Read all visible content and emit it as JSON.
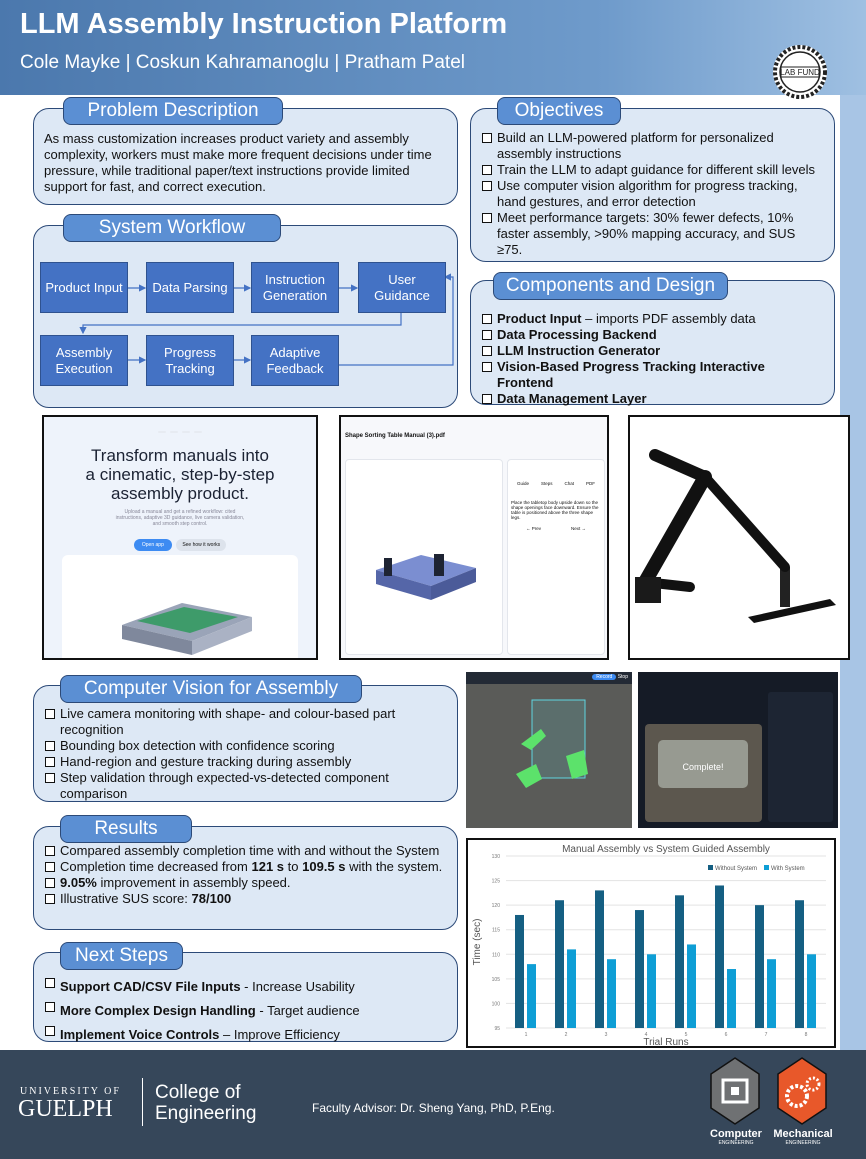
{
  "header": {
    "title": "LLM Assembly Instruction Platform",
    "authors": "Cole Mayke | Coskun Kahramanoglu | Pratham Patel",
    "logo_text": "LAB FUND"
  },
  "problem": {
    "title": "Problem Description",
    "text": "As mass customization increases product variety and assembly complexity, workers must make more frequent decisions under time pressure, while traditional paper/text instructions provide limited support for fast, and correct execution."
  },
  "objectives": {
    "title": "Objectives",
    "items": [
      "Build an LLM-powered platform for personalized assembly instructions",
      "Train the LLM to adapt guidance for different skill levels",
      "Use computer vision algorithm for progress tracking, hand gestures, and error detection",
      "Meet performance targets: 30% fewer defects, 10% faster assembly, >90% mapping accuracy, and SUS ≥75."
    ]
  },
  "workflow": {
    "title": "System Workflow",
    "steps": [
      "Product Input",
      "Data Parsing",
      "Instruction Generation",
      "User Guidance",
      "Assembly Execution",
      "Progress Tracking",
      "Adaptive Feedback"
    ]
  },
  "components": {
    "title": "Components and Design",
    "items": [
      {
        "bold": "Product Input",
        "rest": " – imports PDF assembly data"
      },
      {
        "bold": "Data Processing Backend",
        "rest": ""
      },
      {
        "bold": "LLM Instruction Generator",
        "rest": ""
      },
      {
        "bold": "Vision-Based Progress Tracking Interactive Frontend",
        "rest": ""
      },
      {
        "bold": "Data Management Layer",
        "rest": ""
      }
    ]
  },
  "screens": {
    "landing_headline": "Transform manuals into a cinematic, step-by-step assembly product.",
    "landing_sub": "Upload a manual and get a refined workflow: cited instructions, adaptive 3D guidance, live camera validation, and smooth step control.",
    "open_app": "Open app",
    "how": "See how it works",
    "viewer_title": "Shape Sorting Table Manual (3).pdf",
    "tabs": [
      "Guide",
      "Steps",
      "Chat",
      "PDF"
    ],
    "active_step": "Place the tabletop body upside down so the shape openings face downward. Ensure the table is positioned above the three shape legs.",
    "prev": "← Prev",
    "next": "Next →",
    "complete": "Complete!",
    "record": "Record",
    "stop": "Stop"
  },
  "cv": {
    "title": "Computer Vision for Assembly",
    "items": [
      "Live camera monitoring with shape- and colour-based part recognition",
      "Bounding box detection with confidence scoring",
      "Hand-region and gesture tracking during assembly",
      "Step validation through expected-vs-detected component comparison"
    ]
  },
  "results": {
    "title": "Results",
    "items": [
      [
        {
          "t": "Compared assembly completion time with and without the System"
        }
      ],
      [
        {
          "t": "Completion time decreased from "
        },
        {
          "t": "121 s",
          "b": true
        },
        {
          "t": "  to "
        },
        {
          "t": "109.5 s",
          "b": true
        },
        {
          "t": " with the system."
        }
      ],
      [
        {
          "t": "9.05%",
          "b": true
        },
        {
          "t": " improvement in assembly speed."
        }
      ],
      [
        {
          "t": "Illustrative SUS score: "
        },
        {
          "t": "78/100",
          "b": true
        }
      ]
    ]
  },
  "next_steps": {
    "title": "Next Steps",
    "items": [
      {
        "bold": "Support CAD/CSV File Inputs",
        "rest": " - Increase Usability"
      },
      {
        "bold": "More Complex Design Handling",
        "rest": " - Target audience"
      },
      {
        "bold": "Implement Voice Controls",
        "rest": " – Improve Efficiency"
      }
    ]
  },
  "footer": {
    "univ_top": "UNIVERSITY OF",
    "univ_main": "GUELPH",
    "college": "College of Engineering",
    "advisor": "Faculty Advisor: Dr. Sheng Yang, PhD, P.Eng.",
    "dept1": "Computer",
    "dept1_sub": "ENGINEERING",
    "dept2": "Mechanical",
    "dept2_sub": "ENGINEERING",
    "colors": {
      "computer": "#6f7173",
      "mechanical": "#e8582a"
    }
  },
  "chart_data": {
    "type": "bar",
    "title": "Manual Assembly vs System Guided Assembly",
    "xlabel": "Trial Runs",
    "ylabel": "Time (sec)",
    "categories": [
      "1",
      "2",
      "3",
      "4",
      "5",
      "6",
      "7",
      "8"
    ],
    "ylim": [
      95,
      130
    ],
    "yticks": [
      95,
      100,
      105,
      110,
      115,
      120,
      125,
      130
    ],
    "grid": true,
    "legend": "top-right",
    "series": [
      {
        "name": "Without System",
        "color": "#155f82",
        "values": [
          118,
          121,
          123,
          119,
          122,
          124,
          120,
          121
        ]
      },
      {
        "name": "With System",
        "color": "#0e9ed5",
        "values": [
          108,
          111,
          109,
          110,
          112,
          107,
          109,
          110
        ]
      }
    ]
  }
}
